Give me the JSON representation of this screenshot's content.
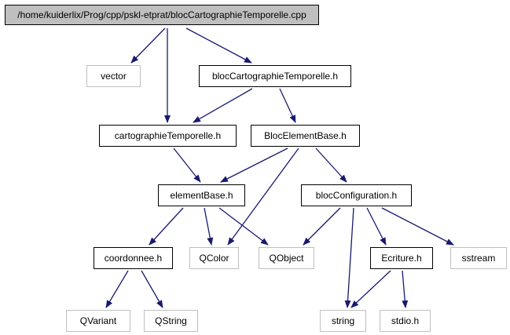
{
  "graph": {
    "colors": {
      "edge": "#191970",
      "root_fill": "#bfbfbf",
      "node_border": "#000000",
      "external_border": "#bfbfbf",
      "text": "#000000",
      "background": "#ffffff"
    },
    "nodes": [
      {
        "id": "root",
        "label": "/home/kuiderlix/Prog/cpp/pskl-etprat/blocCartographieTemporelle.cpp",
        "kind": "root"
      },
      {
        "id": "vector",
        "label": "vector",
        "kind": "external"
      },
      {
        "id": "blocCartoH",
        "label": "blocCartographieTemporelle.h",
        "kind": "header"
      },
      {
        "id": "cartoH",
        "label": "cartographieTemporelle.h",
        "kind": "header"
      },
      {
        "id": "blocElemBaseH",
        "label": "BlocElementBase.h",
        "kind": "header"
      },
      {
        "id": "elemBaseH",
        "label": "elementBase.h",
        "kind": "header"
      },
      {
        "id": "blocConfigH",
        "label": "blocConfiguration.h",
        "kind": "header"
      },
      {
        "id": "coordH",
        "label": "coordonnee.h",
        "kind": "header"
      },
      {
        "id": "qcolor",
        "label": "QColor",
        "kind": "external"
      },
      {
        "id": "qobject",
        "label": "QObject",
        "kind": "external"
      },
      {
        "id": "ecritureH",
        "label": "Ecriture.h",
        "kind": "header"
      },
      {
        "id": "sstream",
        "label": "sstream",
        "kind": "external"
      },
      {
        "id": "qvariant",
        "label": "QVariant",
        "kind": "external"
      },
      {
        "id": "qstring",
        "label": "QString",
        "kind": "external"
      },
      {
        "id": "string",
        "label": "string",
        "kind": "external"
      },
      {
        "id": "stdio",
        "label": "stdio.h",
        "kind": "external"
      }
    ],
    "edges": [
      [
        "root",
        "vector"
      ],
      [
        "root",
        "cartoH"
      ],
      [
        "root",
        "blocCartoH"
      ],
      [
        "blocCartoH",
        "cartoH"
      ],
      [
        "blocCartoH",
        "blocElemBaseH"
      ],
      [
        "cartoH",
        "elemBaseH"
      ],
      [
        "blocElemBaseH",
        "elemBaseH"
      ],
      [
        "blocElemBaseH",
        "qcolor"
      ],
      [
        "blocElemBaseH",
        "blocConfigH"
      ],
      [
        "elemBaseH",
        "coordH"
      ],
      [
        "elemBaseH",
        "qcolor"
      ],
      [
        "elemBaseH",
        "qobject"
      ],
      [
        "blocConfigH",
        "qobject"
      ],
      [
        "blocConfigH",
        "string"
      ],
      [
        "blocConfigH",
        "ecritureH"
      ],
      [
        "blocConfigH",
        "sstream"
      ],
      [
        "coordH",
        "qvariant"
      ],
      [
        "coordH",
        "qstring"
      ],
      [
        "ecritureH",
        "string"
      ],
      [
        "ecritureH",
        "stdio"
      ]
    ]
  }
}
